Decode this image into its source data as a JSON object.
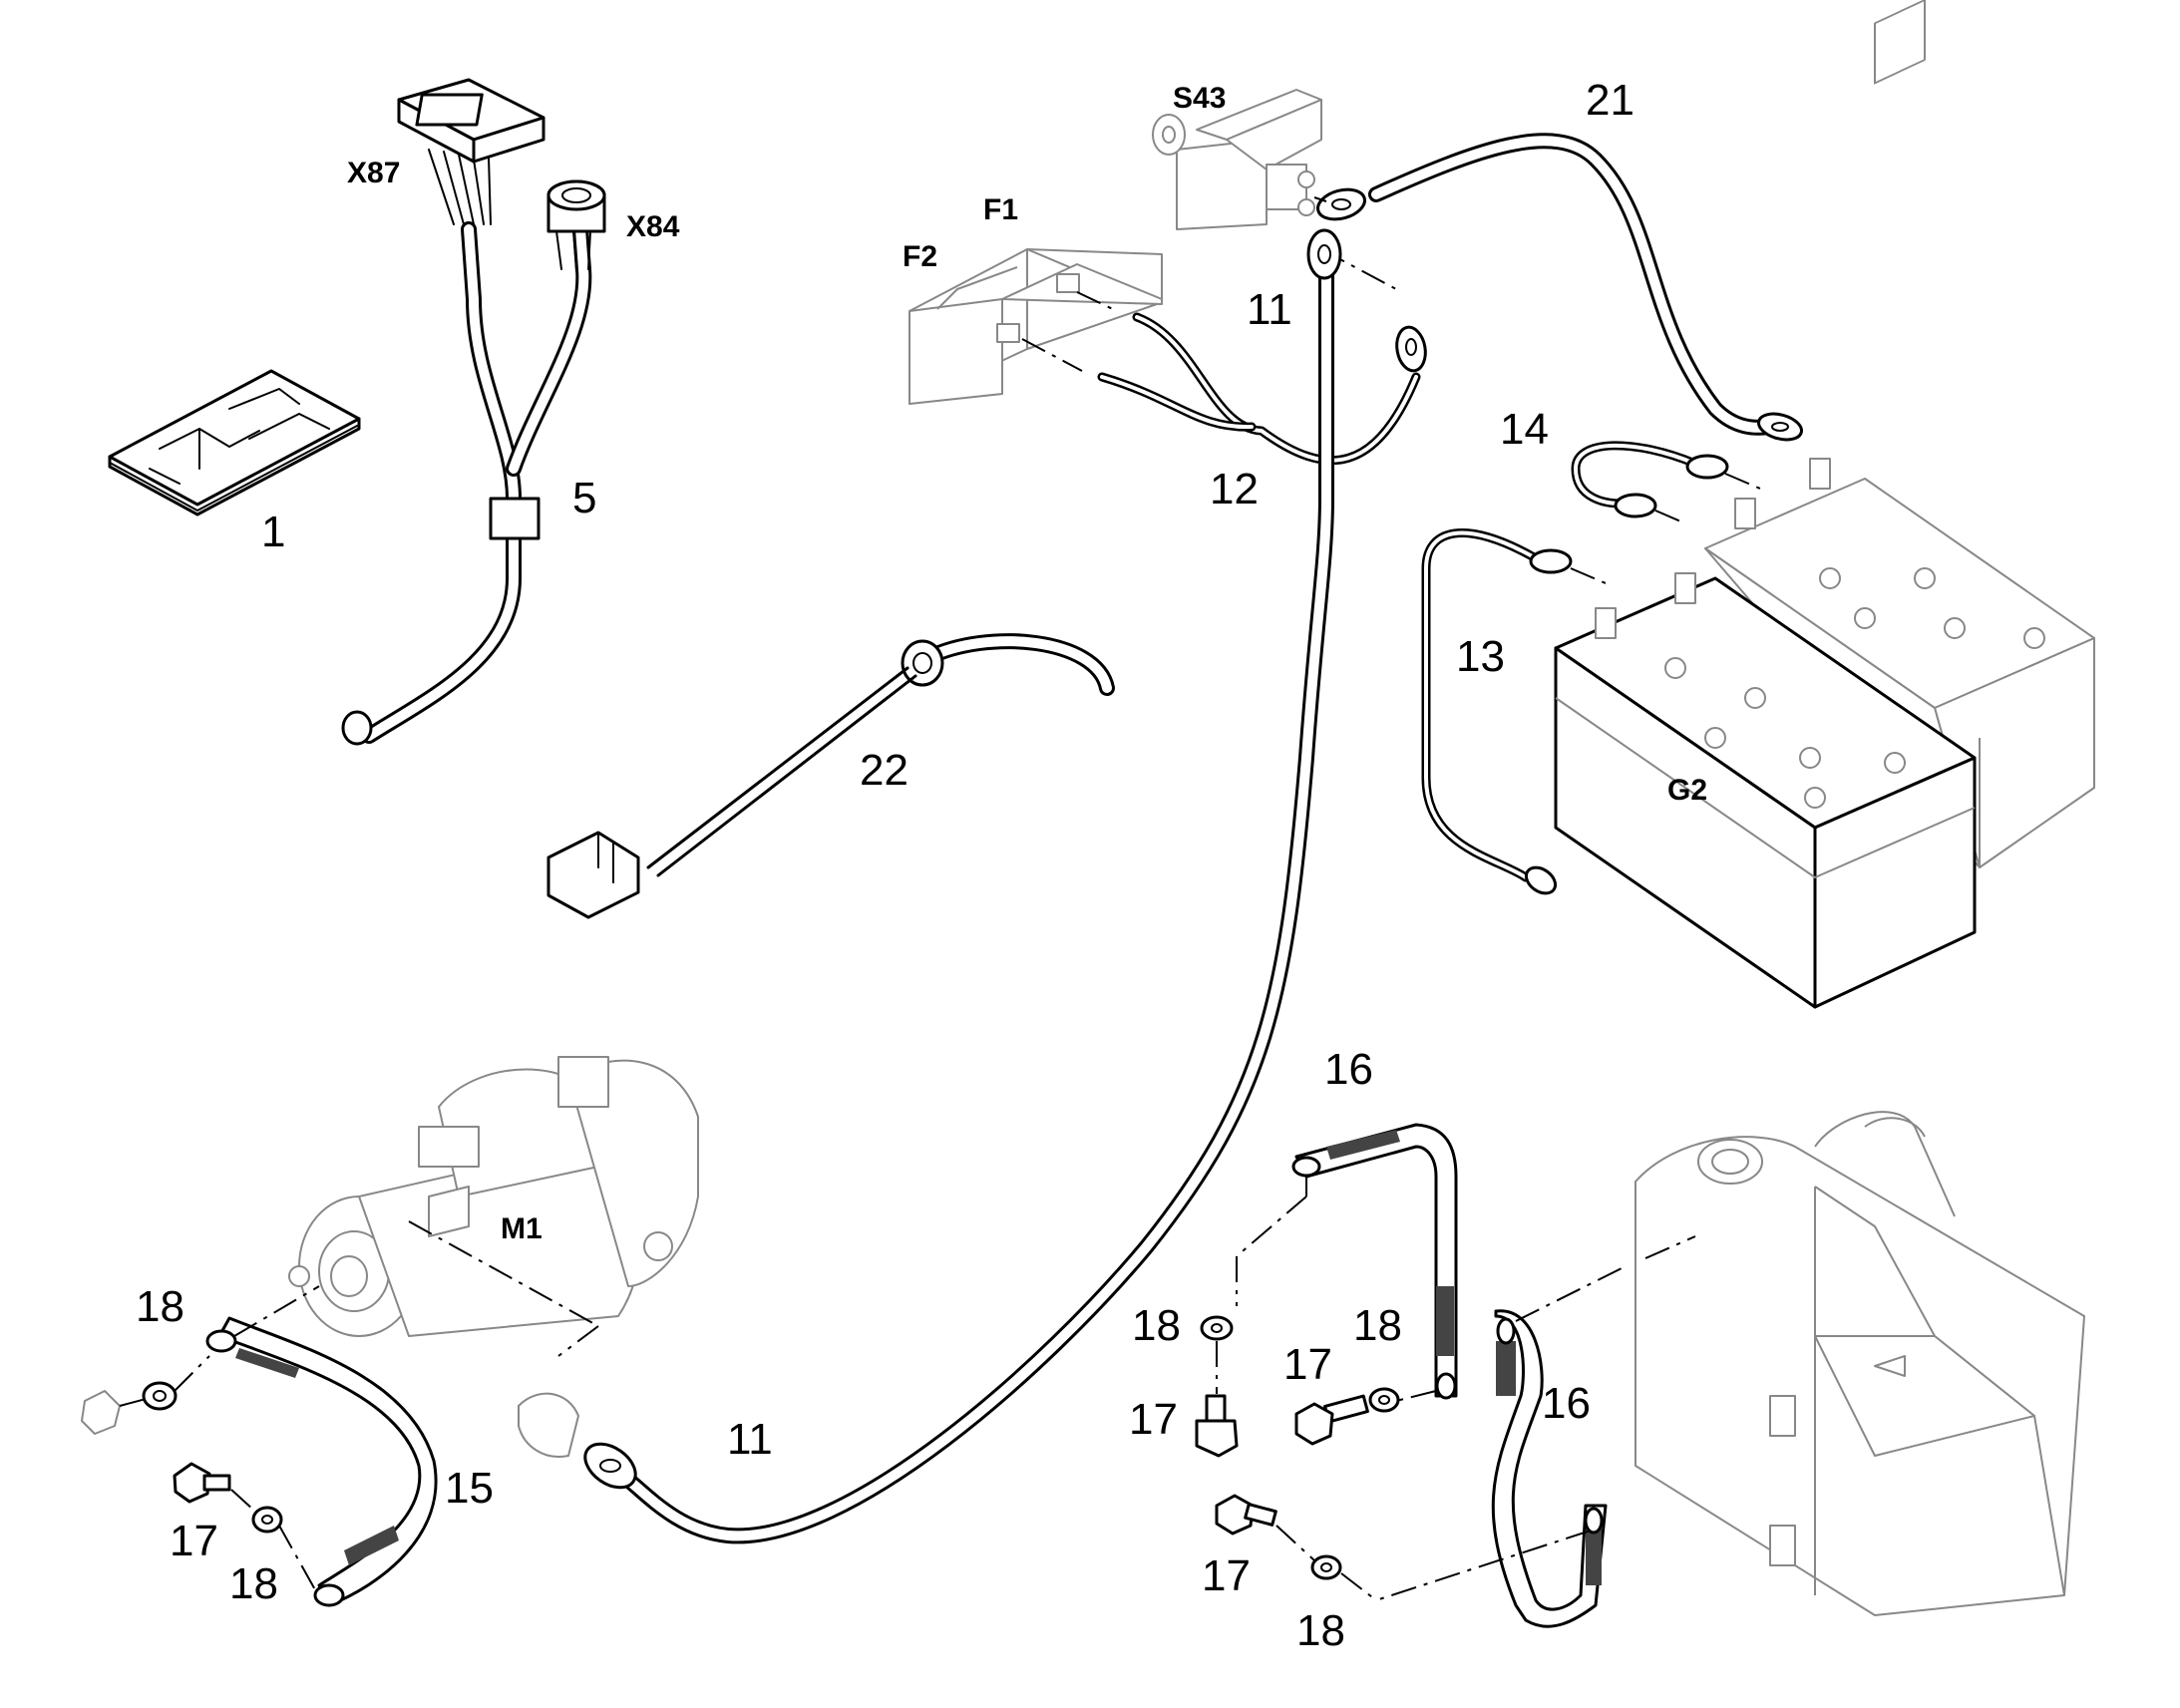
{
  "callouts": {
    "c1": "1",
    "c5": "5",
    "c11_top": "11",
    "c11_bottom": "11",
    "c12": "12",
    "c13": "13",
    "c14": "14",
    "c15": "15",
    "c16_top": "16",
    "c16_mid": "16",
    "c17_a": "17",
    "c17_b": "17",
    "c17_c": "17",
    "c17_d": "17",
    "c18_a": "18",
    "c18_b": "18",
    "c18_c": "18",
    "c18_d": "18",
    "c18_e": "18",
    "c21": "21",
    "c22": "22"
  },
  "designators": {
    "x87": "X87",
    "x84": "X84",
    "s43": "S43",
    "f1": "F1",
    "f2": "F2",
    "m1": "M1",
    "g2": "G2"
  }
}
